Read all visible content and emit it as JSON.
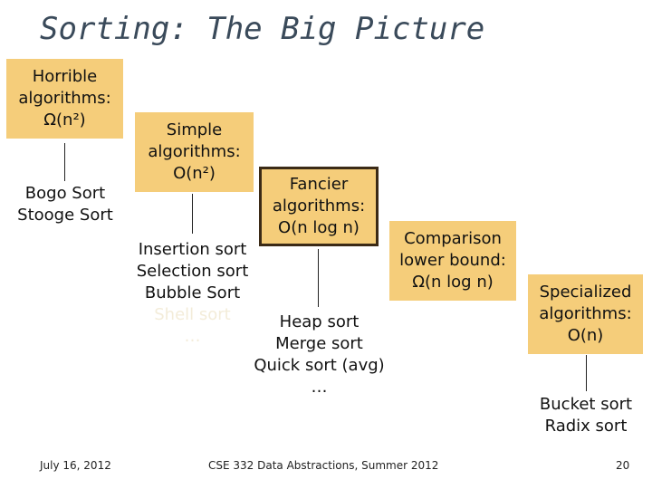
{
  "slide": {
    "title": "Sorting: The Big Picture",
    "groups": {
      "horrible": {
        "box_lines": [
          "Horrible",
          "algorithms:",
          "Ω(n²)"
        ],
        "items": [
          "Bogo Sort",
          "Stooge Sort"
        ]
      },
      "simple": {
        "box_lines": [
          "Simple",
          "algorithms:",
          "O(n²)"
        ],
        "items": [
          "Insertion sort",
          "Selection sort",
          "Bubble Sort"
        ],
        "faded_items": [
          "Shell sort",
          "…"
        ]
      },
      "fancier": {
        "box_lines": [
          "Fancier",
          "algorithms:",
          "O(n log n)"
        ],
        "items": [
          "Heap sort",
          "Merge sort",
          "Quick sort (avg)",
          "…"
        ]
      },
      "comparison": {
        "box_lines": [
          "Comparison",
          "lower bound:",
          "Ω(n log n)"
        ]
      },
      "specialized": {
        "box_lines": [
          "Specialized",
          "algorithms:",
          "O(n)"
        ],
        "items": [
          "Bucket sort",
          "Radix sort"
        ]
      }
    },
    "footer": {
      "date": "July 16, 2012",
      "course": "CSE 332 Data Abstractions, Summer 2012",
      "page": "20"
    }
  },
  "colors": {
    "box_fill": "#f5cd7a",
    "title_color": "#3a4a5a",
    "faded_text": "#f3ecd9"
  }
}
